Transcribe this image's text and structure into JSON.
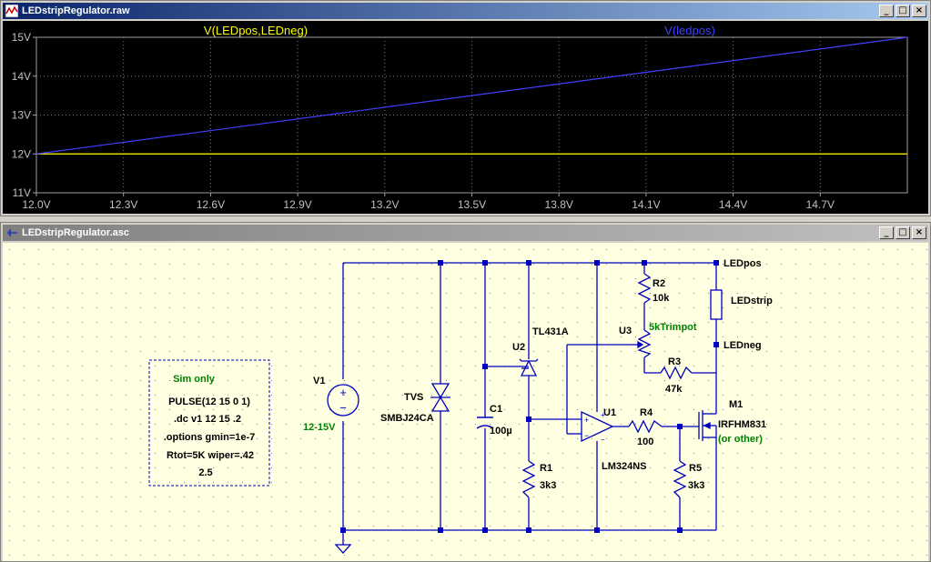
{
  "plot_window": {
    "title": "LEDstripRegulator.raw",
    "traces": [
      {
        "name": "V(LEDpos,LEDneg)",
        "color": "#ffff00"
      },
      {
        "name": "V(ledpos)",
        "color": "#4040ff"
      }
    ]
  },
  "chart_data": {
    "type": "line",
    "x": [
      12.0,
      15.0
    ],
    "xlim": [
      12.0,
      15.0
    ],
    "ylim": [
      11,
      15
    ],
    "x_ticks": [
      "12.0V",
      "12.3V",
      "12.6V",
      "12.9V",
      "13.2V",
      "13.5V",
      "13.8V",
      "14.1V",
      "14.4V",
      "14.7V"
    ],
    "y_ticks": [
      "15V",
      "14V",
      "13V",
      "12V",
      "11V"
    ],
    "grid": true,
    "series": [
      {
        "name": "V(LEDpos,LEDneg)",
        "values": [
          12.0,
          12.0
        ],
        "color": "#ffff00"
      },
      {
        "name": "V(ledpos)",
        "values": [
          12.0,
          15.0
        ],
        "color": "#4040ff"
      }
    ]
  },
  "schematic_window": {
    "title": "LEDstripRegulator.asc",
    "labels": {
      "ledpos": "LEDpos",
      "ledneg": "LEDneg",
      "ledstrip": "LEDstrip",
      "r2": "R2",
      "r2_val": "10k",
      "u3": "U3",
      "trimpot": "5kTrimpot",
      "r3": "R3",
      "r3_val": "47k",
      "u2": "U2",
      "tl431": "TL431A",
      "v1": "V1",
      "v1_val": "12-15V",
      "tvs": "TVS",
      "tvs_val": "SMBJ24CA",
      "c1": "C1",
      "c1_val": "100µ",
      "r1": "R1",
      "r1_val": "3k3",
      "u1": "U1",
      "u1_val": "LM324NS",
      "r4": "R4",
      "r4_val": "100",
      "r5": "R5",
      "r5_val": "3k3",
      "m1": "M1",
      "m1_val": "IRFHM831",
      "m1_note": "(or other)"
    },
    "sim_box": {
      "title": "Sim only",
      "lines": [
        "PULSE(12 15 0 1)",
        ".dc v1 12 15 .2",
        ".options gmin=1e-7",
        "Rtot=5K wiper=.42",
        "2.5"
      ]
    }
  }
}
